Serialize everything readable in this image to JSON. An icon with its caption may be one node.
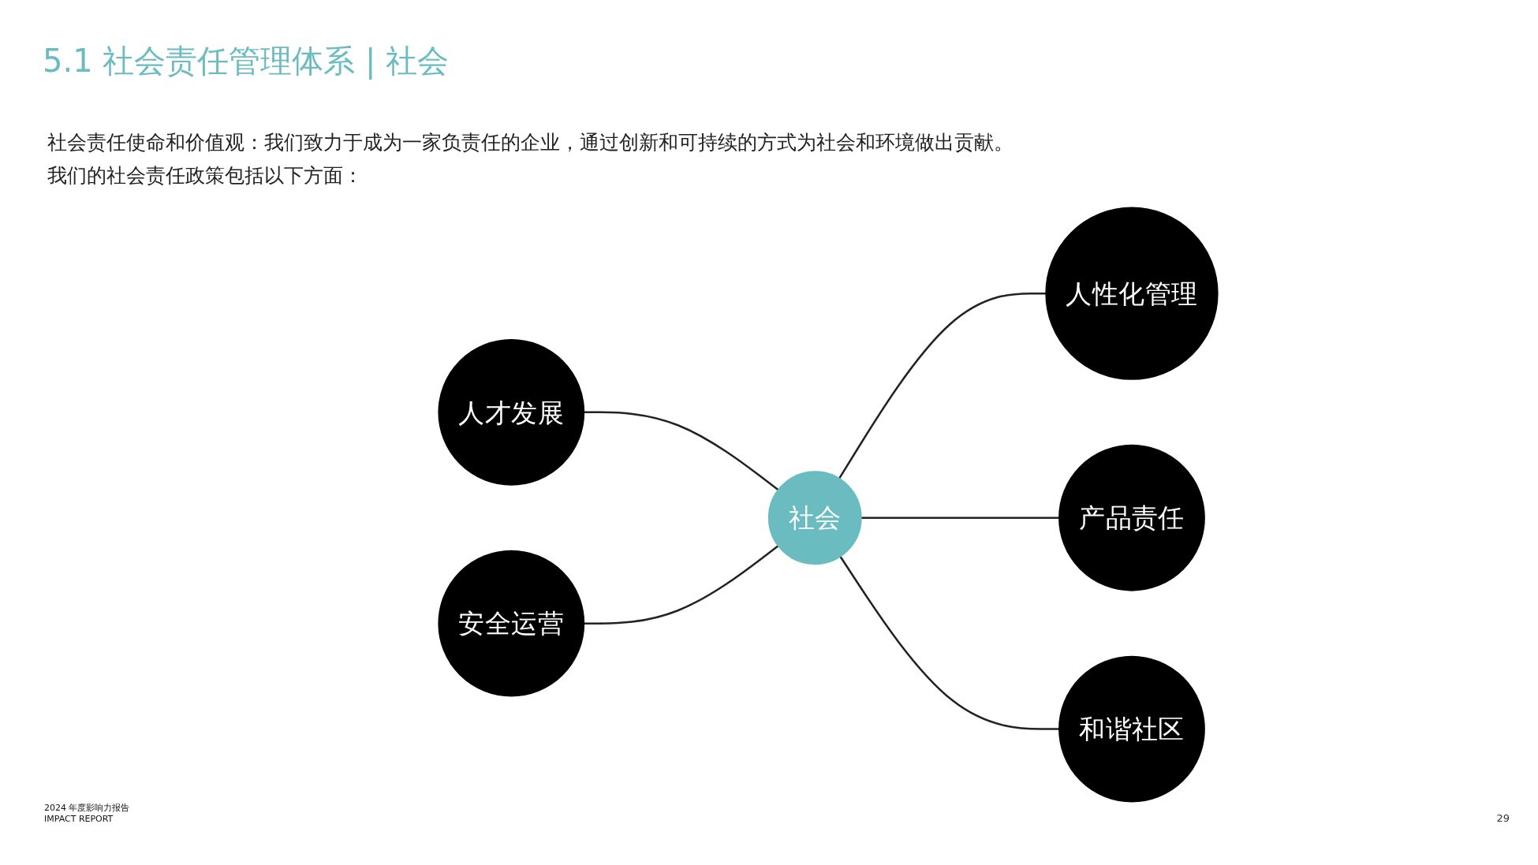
{
  "diagram": {
    "title": "5.1 社会责任管理体系 | 社会",
    "nodes": [
      {
        "text": [
          "人才发展"
        ]
      },
      {
        "text": [
          "社会"
        ]
      },
      {
        "text": [
          "人性化管理"
        ]
      },
      {
        "text": [
          "产品责任"
        ]
      },
      {
        "text": [
          "安全运营"
        ]
      },
      {
        "text": [
          "和谐社区"
        ]
      }
    ],
    "edges": [
      {
        "from": 0,
        "to": 1,
        "arrow": "none"
      },
      {
        "from": 1,
        "to": 2,
        "arrow": "none"
      },
      {
        "from": 1,
        "to": 3,
        "arrow": "none"
      },
      {
        "from": 4,
        "to": 1,
        "arrow": "none"
      },
      {
        "from": 1,
        "to": 5,
        "arrow": "none"
      }
    ],
    "labels": [
      "社会责任使命和价值观：我们致力于成为一家负责任的企业，通过创新和可持续的方式为社会和环境做出贡献。",
      "我们的社会责任政策包括以下方面：",
      "2024 年度影响力报告",
      "IMPACT REPORT",
      "29"
    ]
  }
}
